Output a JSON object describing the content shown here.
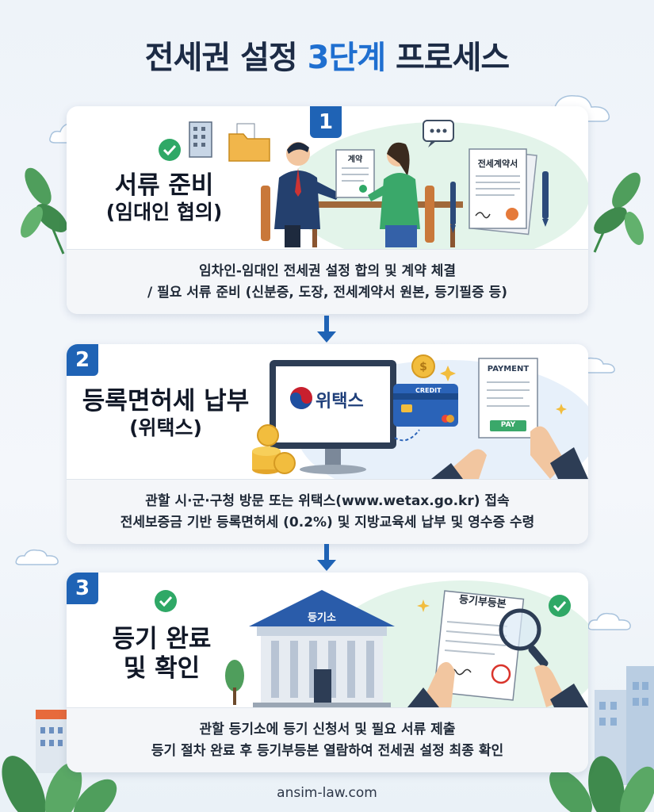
{
  "header": {
    "title_prefix": "전세권 설정 ",
    "title_accent": "3단계",
    "title_suffix": " 프로세스"
  },
  "steps": [
    {
      "number": "1",
      "title": "서류 준비",
      "subtitle": "(임대인 협의)",
      "desc_line1": "임차인-임대인 전세권 설정 합의 및 계약 체결",
      "desc_line2": "/ 필요 서류 준비 (신분증, 도장, 전세계약서 원본, 등기필증 등)",
      "doc_label": "계약",
      "contract_label": "전세계약서"
    },
    {
      "number": "2",
      "title": "등록면허세 납부",
      "subtitle": "(위택스)",
      "desc_line1": "관할 시·군·구청 방문 또는 위택스(www.wetax.go.kr) 접속",
      "desc_line2": "전세보증금 기반 등록면허세 (0.2%) 및 지방교육세 납부 및 영수증 수령",
      "screen_label": "위택스",
      "card_label": "CREDIT",
      "receipt_label": "PAYMENT",
      "pay_label": "PAY"
    },
    {
      "number": "3",
      "title": "등기 완료",
      "subtitle": "및 확인",
      "desc_line1": "관할 등기소에 등기 신청서 및 필요 서류 제출",
      "desc_line2": "등기 절차 완료 후 등기부등본 열람하여 전세권 설정 최종 확인",
      "building_label": "등기소",
      "register_label": "등기부등본"
    }
  ],
  "footer": {
    "site": "ansim-law.com"
  },
  "colors": {
    "accent": "#1f6fd0",
    "badge": "#1f63b5",
    "check": "#2fa866",
    "title": "#1c2b45"
  }
}
